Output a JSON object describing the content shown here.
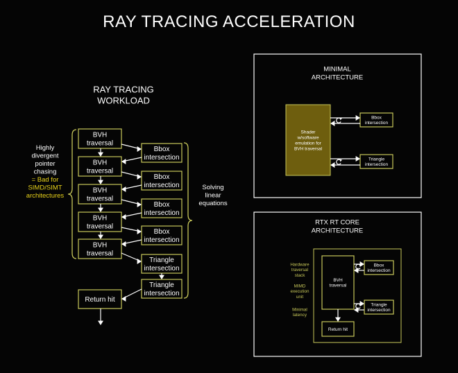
{
  "title": "RAY TRACING ACCELERATION",
  "workload": {
    "heading_line1": "RAY TRACING",
    "heading_line2": "WORKLOAD",
    "bvh_label": [
      "BVH",
      "traversal"
    ],
    "bbox_label": [
      "Bbox",
      "intersection"
    ],
    "triangle_label": [
      "Triangle",
      "intersection"
    ],
    "return_hit": "Return hit",
    "left_note": [
      "Highly",
      "divergent",
      "pointer",
      "chasing"
    ],
    "left_note_highlight": [
      "= Bad for",
      "SIMD/SIMT",
      "architectures"
    ],
    "right_note": [
      "Solving",
      "linear",
      "equations"
    ]
  },
  "minimal": {
    "heading_line1": "MINIMAL",
    "heading_line2": "ARCHITECTURE",
    "shader": [
      "Shader",
      "w/software",
      "emulation for",
      "BVH traversal"
    ],
    "bbox": [
      "Bbox",
      "intersection"
    ],
    "triangle": [
      "Triangle",
      "intersection"
    ]
  },
  "rtx": {
    "heading_line1": "RTX RT CORE",
    "heading_line2": "ARCHITECTURE",
    "features": [
      [
        "Hardware",
        "traversal",
        "stack"
      ],
      [
        "MIMD",
        "execution",
        "unit"
      ],
      [
        "Minimal",
        "latency"
      ]
    ],
    "bvh": [
      "BVH",
      "traversal"
    ],
    "bbox": [
      "Bbox",
      "intersection"
    ],
    "triangle": [
      "Triangle",
      "intersection"
    ],
    "return_hit": "Return hit"
  },
  "colors": {
    "background": "#050505",
    "outline": "#c9c95a",
    "accent_yellow": "#e8d21a",
    "feature_text": "#c9c95a",
    "shader_fill": "#6e5e0e",
    "panel_border": "#ffffff"
  },
  "icons": [
    "loop-arrow-icon"
  ]
}
